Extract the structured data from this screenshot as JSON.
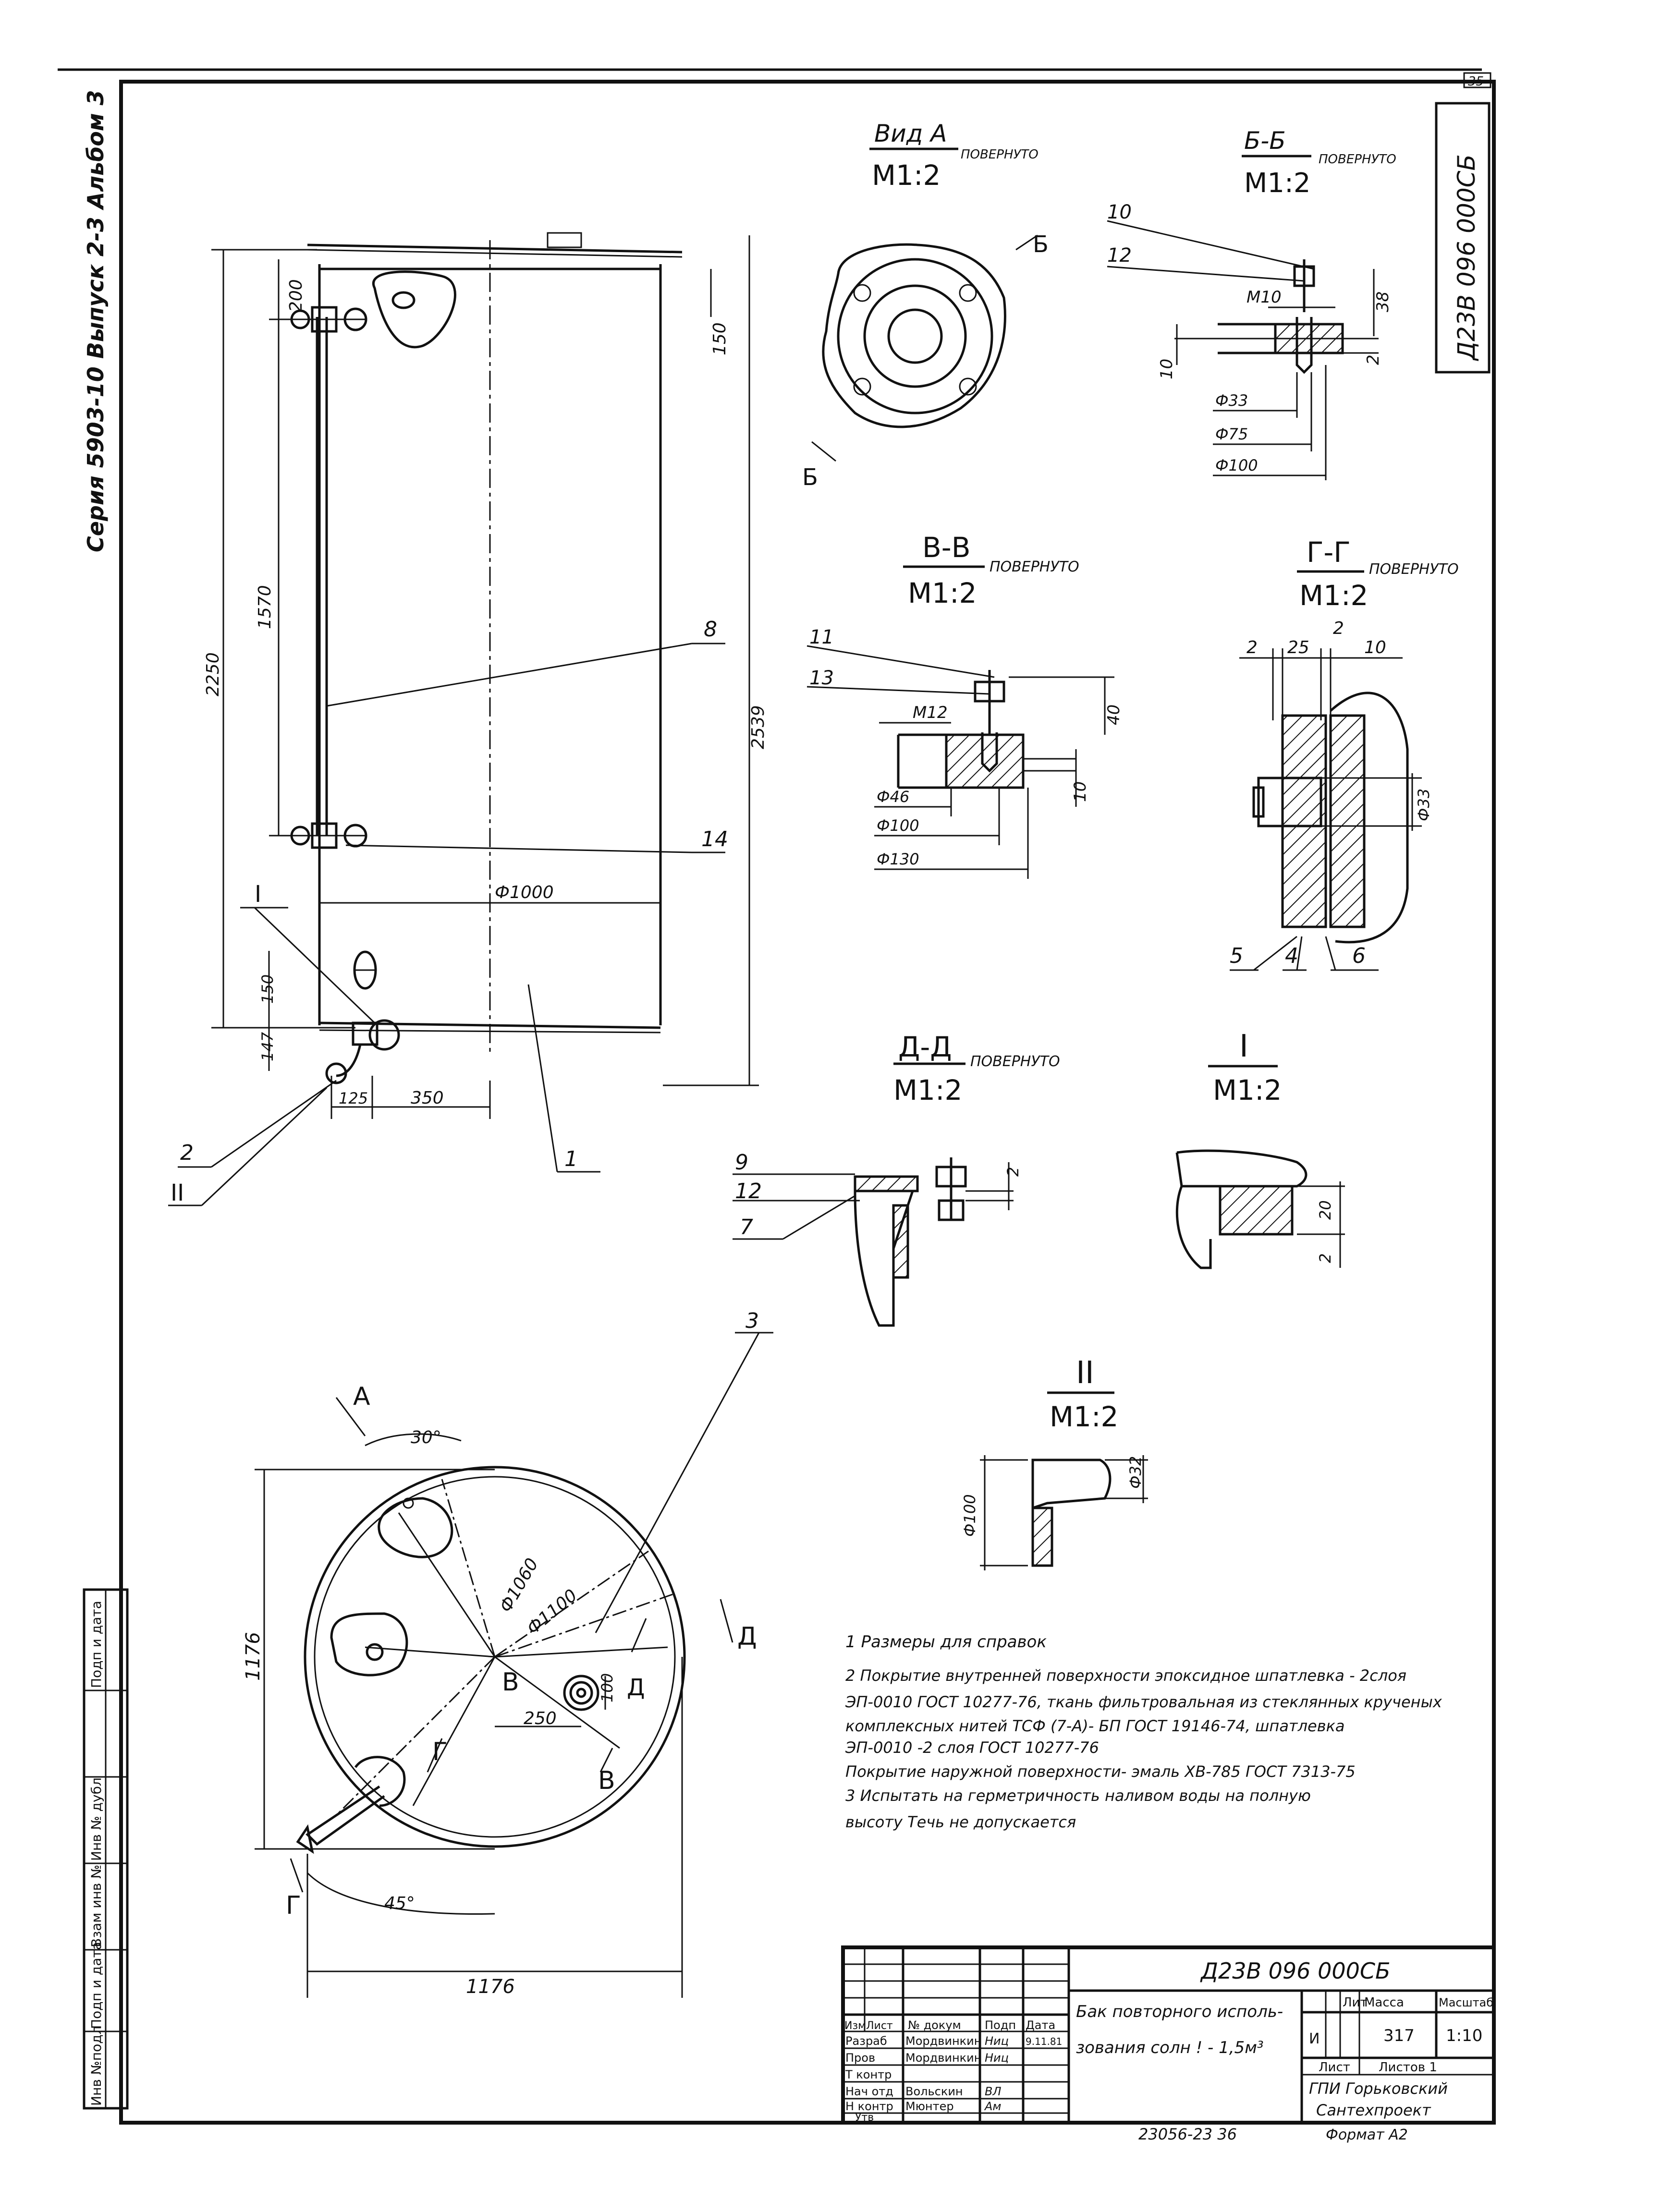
{
  "sheet_number": "35",
  "vertical_code": "Д23В 096 000СБ",
  "series_note": "Серия 5903-10 Выпуск 2-3 Альбом 3",
  "views": {
    "view_a": {
      "title": "Вид А",
      "scale": "М1:2",
      "note": "ПОВЕРНУТО",
      "arrow": "Б",
      "arrow2": "Б"
    },
    "sec_bb": {
      "title": "Б-Б",
      "scale": "М1:2",
      "note": "ПОВЕРНУТО"
    },
    "sec_vv": {
      "title": "В-В",
      "scale": "М1:2",
      "note": "ПОВЕРНУТО"
    },
    "sec_gg": {
      "title": "Г-Г",
      "scale": "М1:2",
      "note": "ПОВЕРНУТО"
    },
    "sec_dd": {
      "title": "Д-Д",
      "scale": "М1:2",
      "note": "ПОВЕРНУТО"
    },
    "detail_1": {
      "title": "I",
      "scale": "М1:2"
    },
    "detail_2": {
      "title": "II",
      "scale": "М1:2"
    }
  },
  "main_dims": {
    "d200": "200",
    "d150_top": "150",
    "d1570": "1570",
    "d2250": "2250",
    "d2539": "2539",
    "d1000": "Ф1000",
    "d150_bot": "150",
    "d147": "147",
    "d125": "125",
    "d350": "350"
  },
  "leaders": {
    "p1": "1",
    "p2": "2",
    "p3": "3",
    "p8": "8",
    "p14": "14",
    "pI": "I",
    "pII": "II"
  },
  "bb_dims": {
    "p10": "10",
    "p12": "12",
    "m10": "М10",
    "d38": "38",
    "d10": "10",
    "d2": "2",
    "f33": "Ф33",
    "f75": "Ф75",
    "f100": "Ф100"
  },
  "vv_dims": {
    "p11": "11",
    "p13": "13",
    "m12": "М12",
    "d40": "40",
    "d10": "10",
    "f46": "Ф46",
    "f100": "Ф100",
    "f130": "Ф130"
  },
  "gg_dims": {
    "d2a": "2",
    "d25": "25",
    "d2b": "2",
    "d10": "10",
    "f33": "Ф33",
    "p5": "5",
    "p4": "4",
    "p6": "6"
  },
  "dd_dims": {
    "p9": "9",
    "p12": "12",
    "p7": "7",
    "d2": "2"
  },
  "d1_dims": {
    "d20": "20",
    "d2": "2"
  },
  "d2_dims": {
    "f100": "Ф100",
    "f32": "Ф32"
  },
  "plan": {
    "a": "А",
    "angle30": "30°",
    "f1060": "Ф1060",
    "f1100": "Ф1100",
    "d1176v": "1176",
    "d1176h": "1176",
    "angle45": "45°",
    "d250": "250",
    "d100": "100",
    "v1": "В",
    "v2": "В",
    "g1": "Г",
    "g2": "Г",
    "d1": "Д",
    "d2": "Д"
  },
  "notes": [
    "1 Размеры для справок",
    "2 Покрытие внутренней поверхности эпоксидное шпатлевка - 2слоя",
    "ЭП-0010 ГОСТ 10277-76, ткань фильтровальная из стеклянных крученых",
    "комплексных нитей ТСФ (7-А)- БП ГОСТ 19146-74, шпатлевка",
    "ЭП-0010 -2 слоя ГОСТ 10277-76",
    "Покрытие наружной поверхности- эмаль ХВ-785 ГОСТ 7313-75",
    "3 Испытать на герметричность наливом воды на полную",
    "высоту Течь не допускается"
  ],
  "left_strip": [
    "Инв №подл",
    "Подп и дата",
    "Взам инв №",
    "Инв № дубл",
    "Подп и дата"
  ],
  "title_block": {
    "code": "Д23В 096 000СБ",
    "name_line1": "Бак повторного исполь-",
    "name_line2": "зования солн ! - 1,5м³",
    "headers": [
      "Изм",
      "Лист",
      "№ докум",
      "Подп",
      "Дата"
    ],
    "roles": [
      {
        "role": "Разраб",
        "name": "Мордвинкин",
        "sign": "Ниц",
        "date": "9.11.81"
      },
      {
        "role": "Пров",
        "name": "Мордвинкин",
        "sign": "Ниц",
        "date": ""
      },
      {
        "role": "Т контр",
        "name": "",
        "sign": "",
        "date": ""
      },
      {
        "role": "Нач отд",
        "name": "Вольскин",
        "sign": "ВЛ",
        "date": ""
      },
      {
        "role": "Н контр",
        "name": "Мюнтер",
        "sign": "Ам",
        "date": ""
      },
      {
        "role": "Утв",
        "name": "",
        "sign": "",
        "date": ""
      }
    ],
    "lit_label": "Лит",
    "mass_label": "Масса",
    "scale_label": "Масштаб",
    "lit_value": "И",
    "mass_value": "317",
    "scale_value": "1:10",
    "sheet_label": "Лист",
    "sheets_label": "Листов 1",
    "org1": "ГПИ Горьковский",
    "org2": "Сантехпроект"
  },
  "footer_num": "23056-23 36",
  "footer_format": "Формат А2"
}
